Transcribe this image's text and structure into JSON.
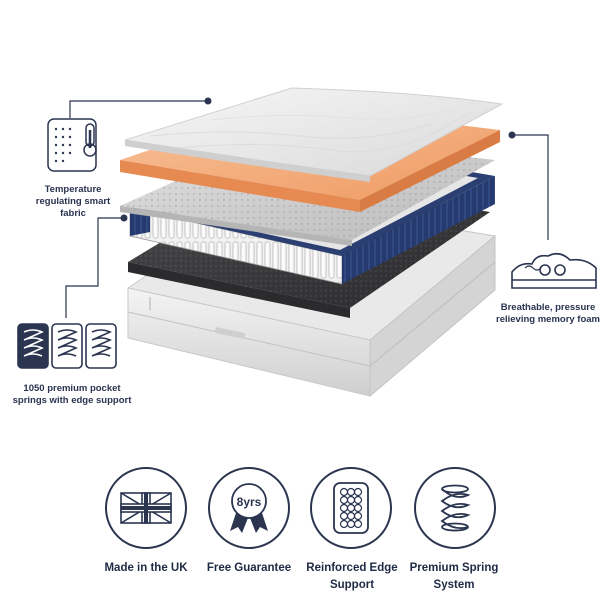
{
  "callouts": {
    "temperature": "Temperature regulating smart fabric",
    "memory_foam": "Breathable, pressure relieving memory foam",
    "springs": "1050 premium pocket springs with edge support"
  },
  "badges": [
    {
      "label": "Made in the UK",
      "icon": "union-flag-icon"
    },
    {
      "label": "Free Guarantee",
      "icon": "8yrs-ribbon-icon",
      "icon_text": "8yrs"
    },
    {
      "label": "Reinforced Edge Support",
      "icon": "pocket-spring-grid-icon"
    },
    {
      "label": "Premium Spring System",
      "icon": "coil-spring-icon"
    }
  ],
  "colors": {
    "navy": "#1f2a44",
    "foam_orange": "#f3a574",
    "spring_blue": "#253a6e",
    "felt_grey": "#3a3a3c"
  }
}
